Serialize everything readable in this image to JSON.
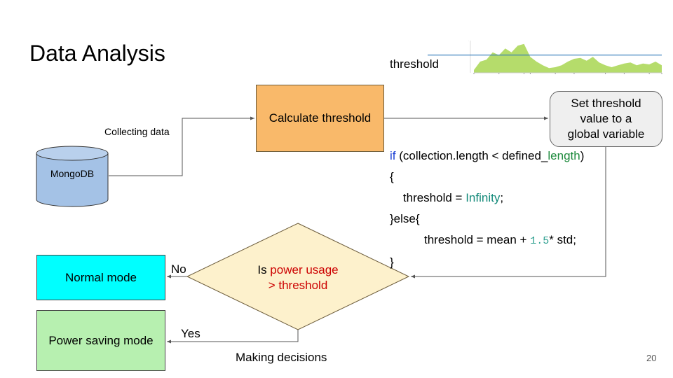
{
  "title": "Data Analysis",
  "nodes": {
    "mongodb": "MongoDB",
    "calculate": "Calculate threshold",
    "set_variable": [
      "Set threshold",
      "value to a",
      "global variable"
    ],
    "decision_prefix": "Is ",
    "decision_highlight": "power usage",
    "decision_line2": "> threshold",
    "normal_mode": "Normal mode",
    "power_saving_mode": "Power saving mode"
  },
  "edge_labels": {
    "collecting": "Collecting data",
    "no": "No",
    "yes": "Yes",
    "making": "Making decisions"
  },
  "threshold_label": "threshold",
  "code": {
    "if_kw": "if",
    "cond_a": " (collection.length < defined_",
    "cond_b": "length",
    "cond_c": ")",
    "open": "{",
    "assign_a": "    threshold = ",
    "assign_b": "Infinity",
    "assign_c": ";",
    "else_line": "}else{",
    "calc_a": "threshold = mean + ",
    "calc_b": "1.5",
    "calc_c": "* std;",
    "close": "}"
  },
  "page_number": "20",
  "colors": {
    "calc_fill": "#f9b96a",
    "db_fill": "#a4c2e6",
    "decision_fill": "#fdf1cc",
    "normal_fill": "#00ffff",
    "saving_fill": "#b7f0b0",
    "highlight_text": "#cc0000",
    "sparkline_fill": "#b5dc6b",
    "sparkline_threshold": "#2e78b8"
  },
  "chart_data": {
    "type": "area",
    "x": [
      0,
      1,
      2,
      3,
      4,
      5,
      6,
      7,
      8,
      9,
      10,
      11,
      12,
      13,
      14,
      15,
      16,
      17,
      18,
      19,
      20,
      21,
      22,
      23,
      24,
      25,
      26,
      27,
      28,
      29,
      30
    ],
    "values": [
      3,
      12,
      14,
      22,
      19,
      26,
      22,
      29,
      31,
      17,
      12,
      8,
      5,
      6,
      8,
      12,
      15,
      16,
      13,
      17,
      11,
      8,
      6,
      8,
      10,
      11,
      8,
      10,
      9,
      12,
      8
    ],
    "threshold": 19,
    "ylim": [
      0,
      36
    ]
  }
}
